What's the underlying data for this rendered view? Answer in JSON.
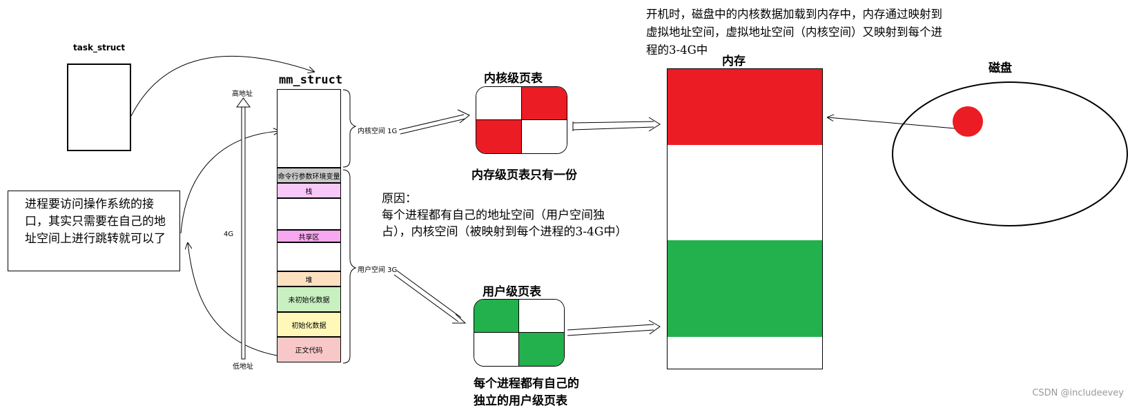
{
  "colors": {
    "red": "#ec1c24",
    "green": "#22b14c",
    "arrow_blue": "#6a6ee8"
  },
  "task_struct": {
    "label": "task_struct"
  },
  "note": {
    "text": "进程要访问操作系统的接口，其实只需要在自己的地址空间上进行跳转就可以了"
  },
  "mm_struct": {
    "label": "mm_struct",
    "segments": [
      {
        "label": "",
        "color": "#ffffff"
      },
      {
        "label": "命令行参数环境变量",
        "color": "#c8c8c8"
      },
      {
        "label": "栈",
        "color": "#f8c8f8"
      },
      {
        "label": "",
        "color": "#ffffff"
      },
      {
        "label": "共享区",
        "color": "#f8a8f0"
      },
      {
        "label": "",
        "color": "#ffffff"
      },
      {
        "label": "堆",
        "color": "#fde0c0"
      },
      {
        "label": "未初始化数据",
        "color": "#c8f0c0"
      },
      {
        "label": "初始化数据",
        "color": "#fff8b8"
      },
      {
        "label": "正文代码",
        "color": "#f8c8c8"
      }
    ]
  },
  "axis": {
    "high": "高地址",
    "low": "低地址",
    "total": "4G"
  },
  "braces": {
    "kernel": "内核空间 1G",
    "user": "用户空间 3G"
  },
  "kernel_table": {
    "title": "内核级页表",
    "caption": "内存级页表只有一份"
  },
  "user_table": {
    "title": "用户级页表",
    "caption_line1": "每个进程都有自己的",
    "caption_line2": "独立的用户级页表"
  },
  "reason": {
    "line1": "原因：",
    "line2": "每个进程都有自己的地址空间（用户空间独",
    "line3": "占），内核空间（被映射到每个进程的3-4G中）"
  },
  "boot_note": {
    "line1": "开机时，磁盘中的内核数据加载到内存中，内存通过映射到",
    "line2": "虚拟地址空间，虚拟地址空间（内核空间）又映射到每个进",
    "line3": "程的3-4G中"
  },
  "memory": {
    "title": "内存"
  },
  "disk": {
    "title": "磁盘"
  },
  "watermark": "CSDN @includeevey"
}
